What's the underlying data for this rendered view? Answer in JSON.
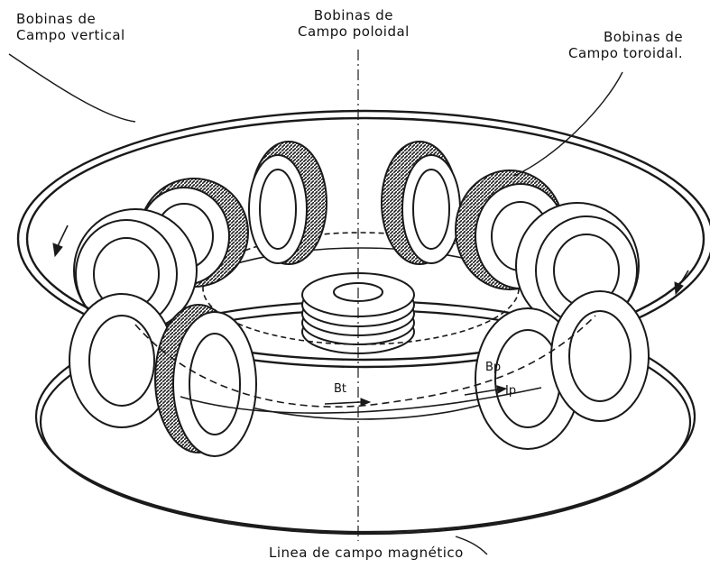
{
  "labels": {
    "vertical_coils": [
      "Bobinas de",
      "Campo vertical"
    ],
    "poloidal_coils": [
      "Bobinas de",
      "Campo poloidal"
    ],
    "toroidal_coils": [
      "Bobinas de",
      "Campo toroidal."
    ],
    "field_line": "Linea de campo magnético"
  },
  "annotations": {
    "bt": "Bt",
    "bp": "Bp",
    "ip": "Ip"
  },
  "colors": {
    "ink": "#1a1a1a",
    "coil_dark": "#2b2b2b",
    "background": "#ffffff"
  }
}
